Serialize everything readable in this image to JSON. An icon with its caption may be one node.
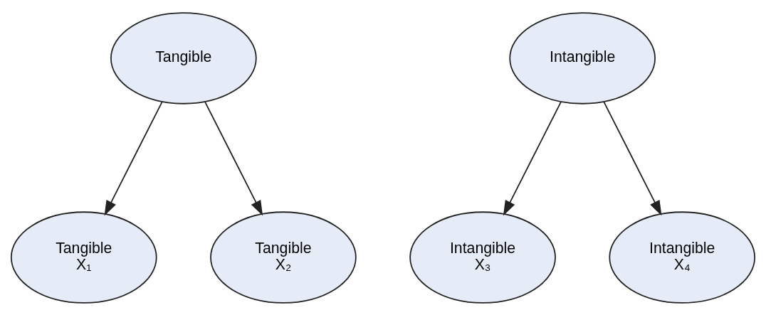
{
  "diagram": {
    "nodes": [
      {
        "text": [
          "Tangible"
        ]
      },
      {
        "text": [
          "Intangible"
        ]
      },
      {
        "text": [
          "Tangible",
          "X₁"
        ]
      },
      {
        "text": [
          "Tangible",
          "X₂"
        ]
      },
      {
        "text": [
          "Intangible",
          "X₃"
        ]
      },
      {
        "text": [
          "Intangible",
          "X₄"
        ]
      }
    ],
    "edges": [
      {
        "from": 0,
        "to": 2,
        "arrow": "to"
      },
      {
        "from": 0,
        "to": 3,
        "arrow": "to"
      },
      {
        "from": 1,
        "to": 4,
        "arrow": "to"
      },
      {
        "from": 1,
        "to": 5,
        "arrow": "to"
      }
    ]
  }
}
